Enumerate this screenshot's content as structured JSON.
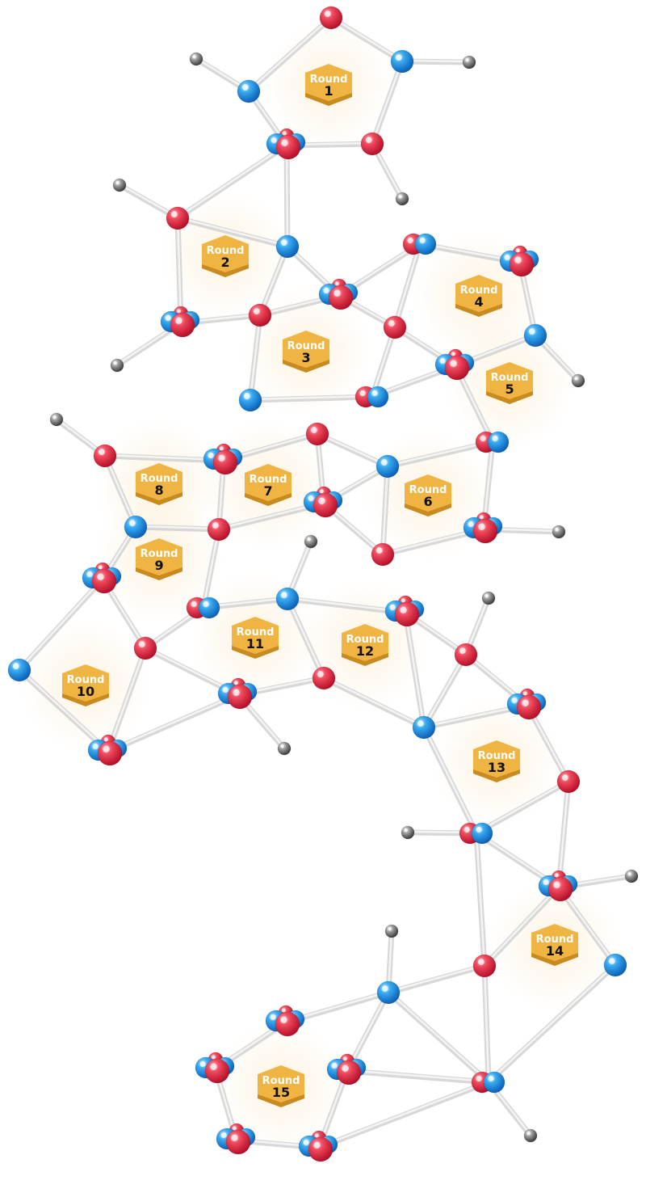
{
  "game": {
    "colors": {
      "badge_top": "#f0b443",
      "badge_side": "#c98a20",
      "red_atom": "#e83248",
      "blue_atom": "#2a9ee8",
      "gray_atom": "#8a8a8a",
      "bond": "#d9d9d9"
    },
    "rounds": [
      {
        "word": "Round",
        "number": "1"
      },
      {
        "word": "Round",
        "number": "2"
      },
      {
        "word": "Round",
        "number": "3"
      },
      {
        "word": "Round",
        "number": "4"
      },
      {
        "word": "Round",
        "number": "5"
      },
      {
        "word": "Round",
        "number": "6"
      },
      {
        "word": "Round",
        "number": "7"
      },
      {
        "word": "Round",
        "number": "8"
      },
      {
        "word": "Round",
        "number": "9"
      },
      {
        "word": "Round",
        "number": "10"
      },
      {
        "word": "Round",
        "number": "11"
      },
      {
        "word": "Round",
        "number": "12"
      },
      {
        "word": "Round",
        "number": "13"
      },
      {
        "word": "Round",
        "number": "14"
      },
      {
        "word": "Round",
        "number": "15"
      }
    ]
  }
}
